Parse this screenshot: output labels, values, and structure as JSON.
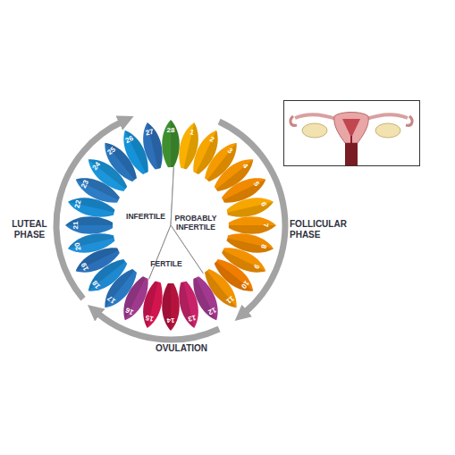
{
  "diagram": {
    "nodes": [
      {
        "text": [
          "INFERTILE"
        ]
      },
      {
        "text": [
          "PROBABLY INFERTILE"
        ]
      },
      {
        "text": [
          "FERTILE"
        ]
      },
      {
        "text": [
          "1"
        ]
      },
      {
        "text": [
          "2"
        ]
      },
      {
        "text": [
          "3"
        ]
      },
      {
        "text": [
          "4"
        ]
      },
      {
        "text": [
          "5"
        ]
      },
      {
        "text": [
          "6"
        ]
      },
      {
        "text": [
          "7"
        ]
      },
      {
        "text": [
          "8"
        ]
      },
      {
        "text": [
          "9"
        ]
      },
      {
        "text": [
          "10"
        ]
      },
      {
        "text": [
          "11"
        ]
      },
      {
        "text": [
          "12"
        ]
      },
      {
        "text": [
          "13"
        ]
      },
      {
        "text": [
          "14"
        ]
      },
      {
        "text": [
          "15"
        ]
      },
      {
        "text": [
          "16"
        ]
      },
      {
        "text": [
          "17"
        ]
      },
      {
        "text": [
          "18"
        ]
      },
      {
        "text": [
          "19"
        ]
      },
      {
        "text": [
          "20"
        ]
      },
      {
        "text": [
          "21"
        ]
      },
      {
        "text": [
          "22"
        ]
      },
      {
        "text": [
          "23"
        ]
      },
      {
        "text": [
          "24"
        ]
      },
      {
        "text": [
          "25"
        ]
      },
      {
        "text": [
          "26"
        ]
      },
      {
        "text": [
          "27"
        ]
      },
      {
        "text": [
          "28"
        ]
      }
    ],
    "labels": [
      "LUTEAL PHASE",
      "FOLLICULAR PHASE",
      "OVULATION"
    ]
  }
}
